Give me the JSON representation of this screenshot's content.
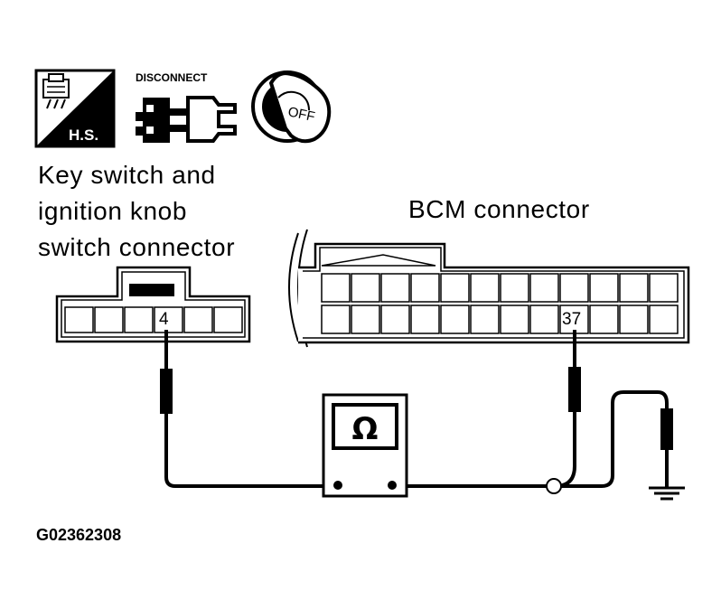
{
  "icons": {
    "harness_service": {
      "name": "harness-service-icon",
      "text": "H.S."
    },
    "disconnect": {
      "name": "disconnect-connector-icon",
      "text": "DISCONNECT"
    },
    "ignition_key": {
      "name": "ignition-key-off-icon",
      "text": "OFF"
    }
  },
  "key_switch_connector": {
    "label_lines": [
      "Key switch and",
      "ignition knob",
      "switch connector"
    ],
    "pin": "4"
  },
  "bcm_connector": {
    "label": "BCM connector",
    "pin": "37"
  },
  "meter": {
    "symbol": "Ω"
  },
  "figure_code": "G02362308"
}
